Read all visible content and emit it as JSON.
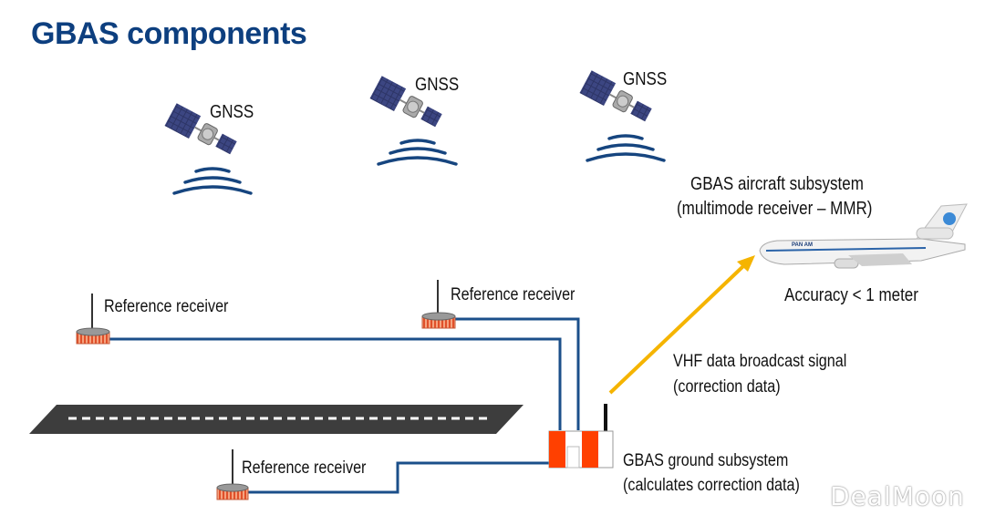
{
  "title": "GBAS components",
  "satellites": [
    {
      "label": "GNSS"
    },
    {
      "label": "GNSS"
    },
    {
      "label": "GNSS"
    }
  ],
  "aircraft": {
    "title": "GBAS aircraft subsystem",
    "subtitle": "(multimode receiver – MMR)",
    "accuracy": "Accuracy < 1 meter",
    "livery": "PAN AM"
  },
  "reference_receivers": [
    {
      "label": "Reference receiver"
    },
    {
      "label": "Reference receiver"
    },
    {
      "label": "Reference receiver"
    }
  ],
  "broadcast": {
    "line1": "VHF data broadcast signal",
    "line2": "(correction data)"
  },
  "ground_subsystem": {
    "line1": "GBAS ground subsystem",
    "line2": "(calculates correction data)"
  },
  "watermark": "DealMoon",
  "colors": {
    "title": "#0d3f7f",
    "cable": "#1b4f8a",
    "signal_arrow": "#f5b400",
    "station_red": "#ff4000",
    "runway": "#3d3d3d",
    "waves": "#16457f"
  }
}
